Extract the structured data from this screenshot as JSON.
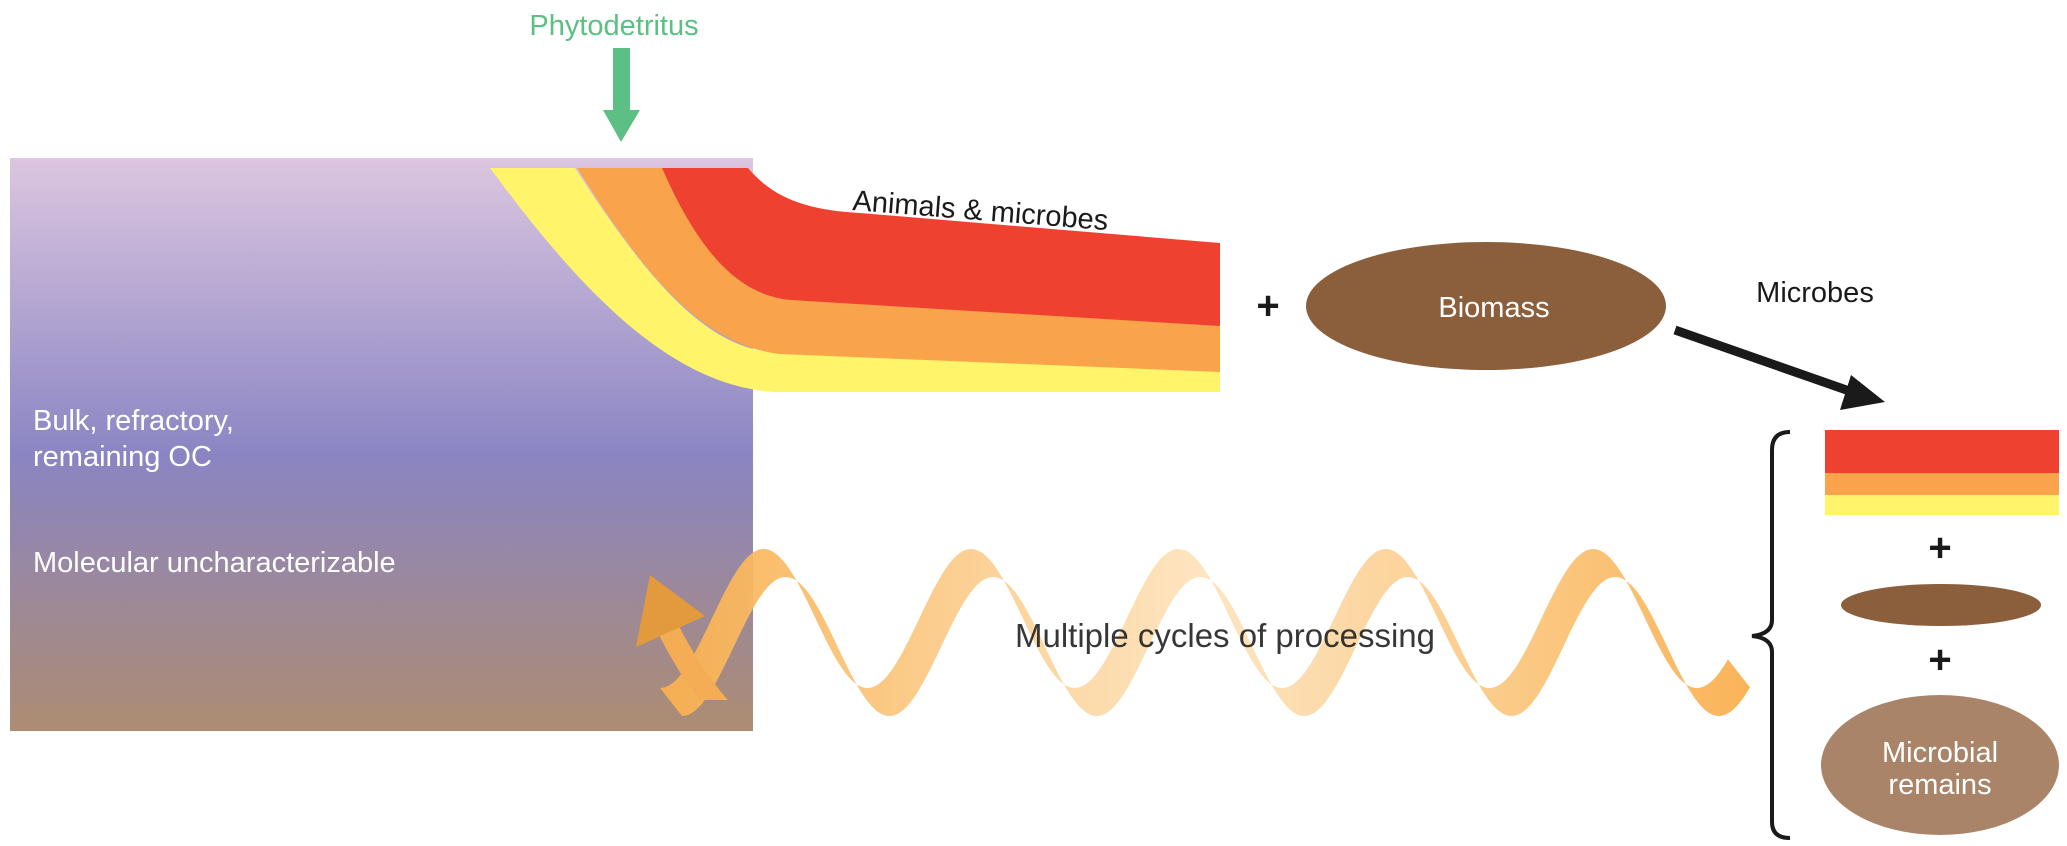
{
  "labels": {
    "phytodetritus": "Phytodetritus",
    "animals_microbes": "Animals & microbes",
    "biomass": "Biomass",
    "microbes": "Microbes",
    "bulk_line1": "Bulk, refractory,",
    "bulk_line2": "remaining OC",
    "molecular": "Molecular uncharacterizable",
    "cycles": "Multiple cycles of processing",
    "microbial_line1": "Microbial",
    "microbial_line2": "remains",
    "plus": "+"
  },
  "colors": {
    "phyto_arrow": "#5cbf84",
    "layer_red": "#ef4130",
    "layer_orange": "#f9a44a",
    "layer_yellow": "#fff46a",
    "biomass": "#8b5e3c",
    "microbial_remains": "#a98468",
    "box_top": "#dcc6e0",
    "box_mid": "#8b85c4",
    "box_bottom": "#ad8c72",
    "helix": "#f9b04f"
  }
}
